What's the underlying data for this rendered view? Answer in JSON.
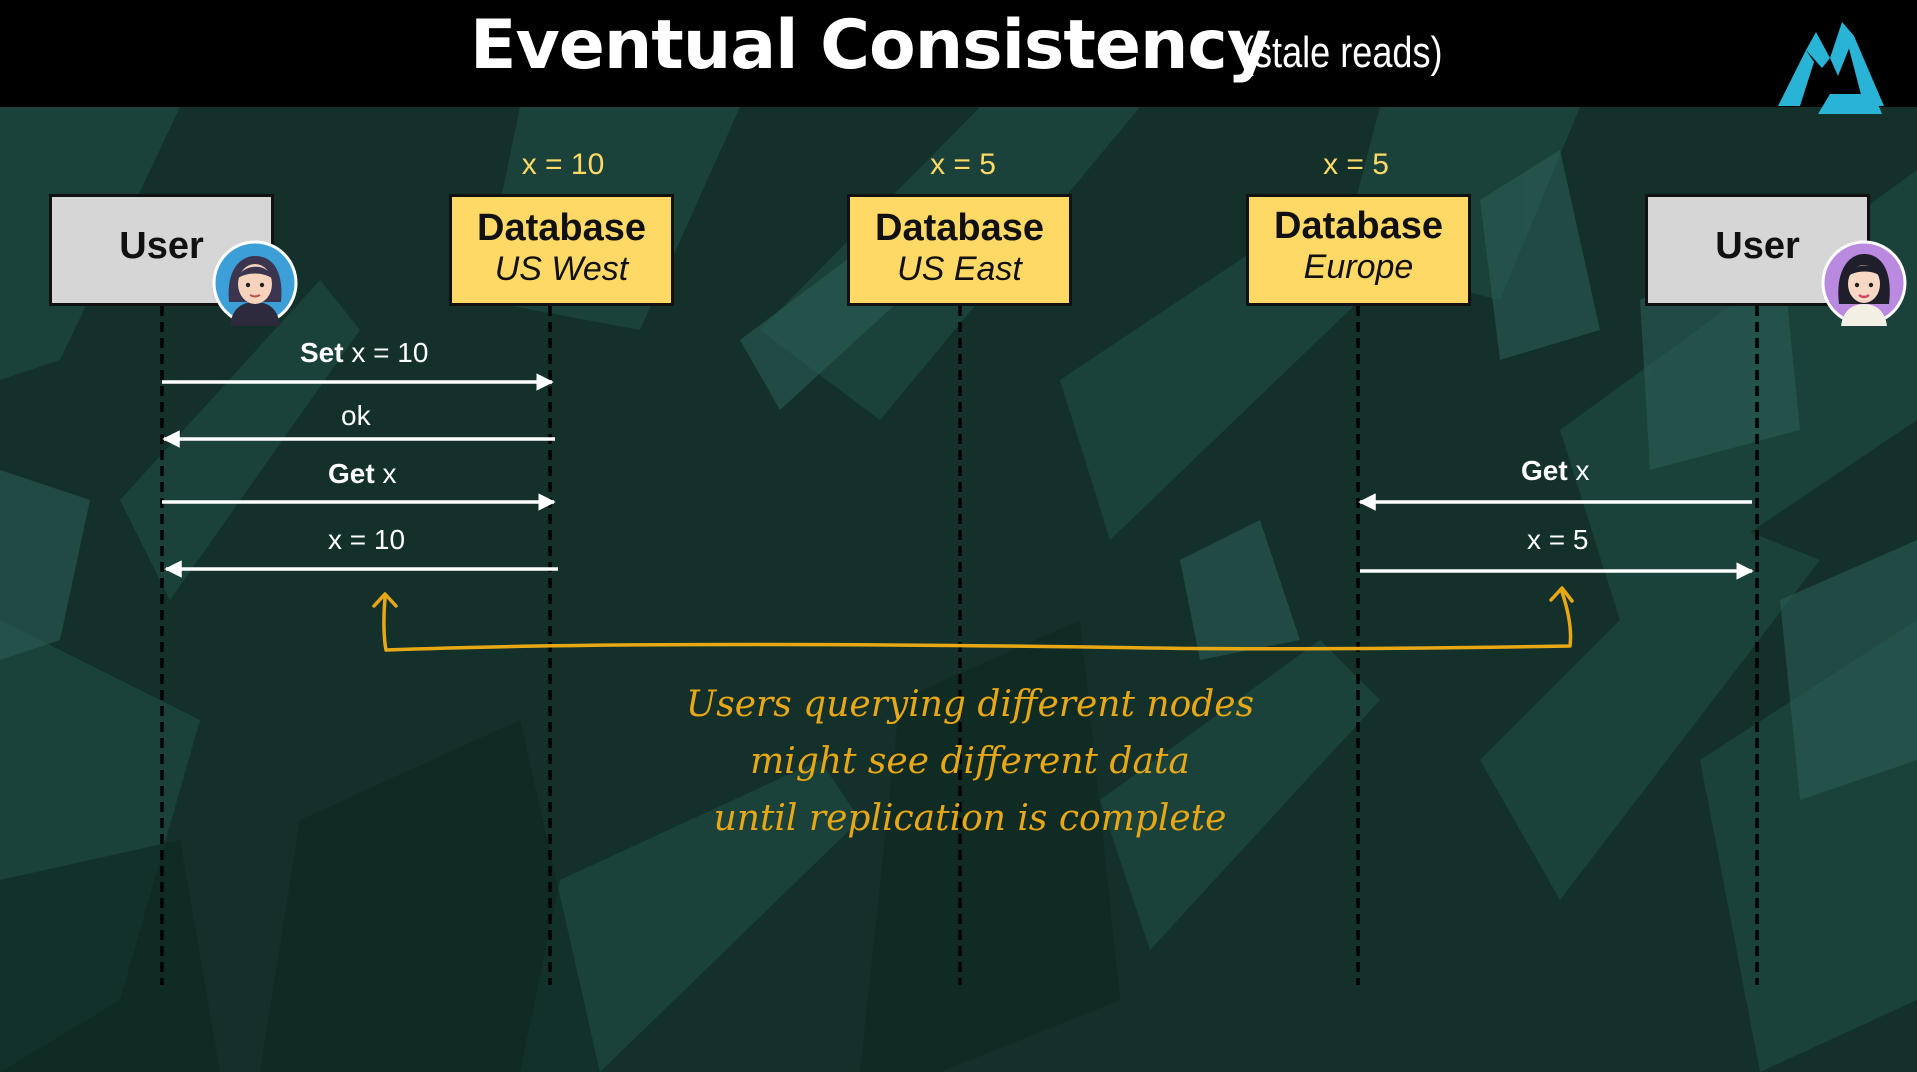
{
  "title": {
    "main": "Eventual Consistency",
    "sub": "(stale reads)"
  },
  "participants": [
    {
      "id": "user-left",
      "label": "User",
      "sub": "",
      "value": ""
    },
    {
      "id": "db-us-west",
      "label": "Database",
      "sub": "US West",
      "value": "x = 10"
    },
    {
      "id": "db-us-east",
      "label": "Database",
      "sub": "US East",
      "value": "x = 5"
    },
    {
      "id": "db-europe",
      "label": "Database",
      "sub": "Europe",
      "value": "x = 5"
    },
    {
      "id": "user-right",
      "label": "User",
      "sub": "",
      "value": ""
    }
  ],
  "messages": [
    {
      "bold": "Set",
      "text": " x = 10"
    },
    {
      "bold": "",
      "text": "ok"
    },
    {
      "bold": "Get",
      "text": " x"
    },
    {
      "bold": "",
      "text": "x = 10"
    },
    {
      "bold": "Get",
      "text": " x"
    },
    {
      "bold": "",
      "text": "x = 5"
    }
  ],
  "note": {
    "line1": "Users querying different nodes",
    "line2": "might see different data",
    "line3": "until replication is complete"
  },
  "colors": {
    "background": "#13302a",
    "user_box": "#d6d6d6",
    "database_box": "#ffd966",
    "value_text": "#ffd966",
    "annotation": "#e8a815",
    "arrow": "#ffffff"
  },
  "icons": {
    "logo": "mountain-logo-icon",
    "avatar_left": "female-avatar-icon",
    "avatar_right": "female-avatar-icon"
  }
}
